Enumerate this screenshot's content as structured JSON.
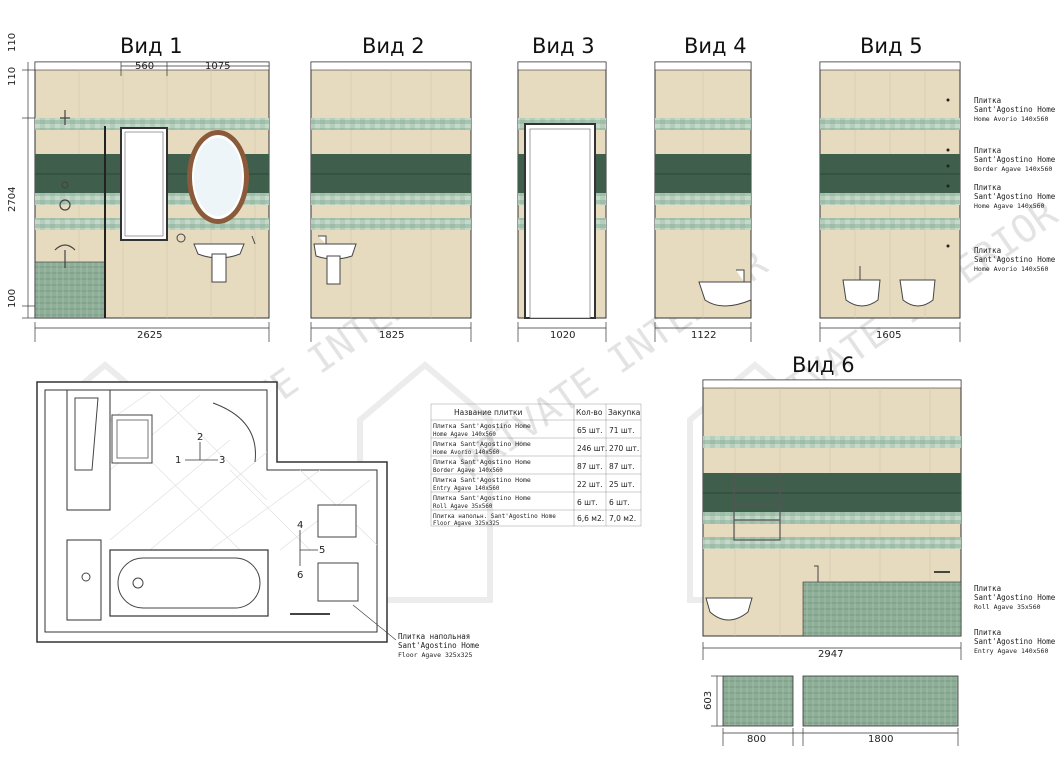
{
  "views": {
    "v1": {
      "title": "Вид 1",
      "width": "2625"
    },
    "v2": {
      "title": "Вид 2",
      "width": "1825"
    },
    "v3": {
      "title": "Вид 3",
      "width": "1020"
    },
    "v4": {
      "title": "Вид 4",
      "width": "1122"
    },
    "v5": {
      "title": "Вид 5",
      "width": "1605"
    },
    "v6": {
      "title": "Вид 6",
      "width": "2947"
    }
  },
  "dims": {
    "top_110a": "110",
    "top_110b": "110",
    "height_2704": "2704",
    "bottom_100": "100",
    "seg_560": "560",
    "seg_1075": "1075",
    "h_603": "603",
    "w_800": "800",
    "w_1800": "1800"
  },
  "plan_markers": [
    "1",
    "2",
    "3",
    "4",
    "5",
    "6"
  ],
  "labels": {
    "right_tiles": [
      {
        "l1": "Плитка",
        "l2": "Sant'Agostino Home",
        "l3": "Home Avorio  140x560"
      },
      {
        "l1": "Плитка",
        "l2": "Sant'Agostino Home",
        "l3": "Border Agave  140x560"
      },
      {
        "l1": "Плитка",
        "l2": "Sant'Agostino Home",
        "l3": "Home Agave  140x560"
      },
      {
        "l1": "Плитка",
        "l2": "Sant'Agostino Home",
        "l3": "Home Avorio  140x560"
      },
      {
        "l1": "Плитка",
        "l2": "Sant'Agostino Home",
        "l3": "Roll Agave  35x560"
      },
      {
        "l1": "Плитка",
        "l2": "Sant'Agostino Home",
        "l3": "Entry Agave  140x560"
      }
    ],
    "floor": {
      "l1": "Плитка напольная",
      "l2": "Sant'Agostino Home",
      "l3": "Floor Agave  325x325"
    }
  },
  "table": {
    "headers": [
      "Название плитки",
      "Кол-во",
      "Закупка"
    ],
    "rows": [
      {
        "n1": "Плитка Sant'Agostino Home",
        "n2": "Home Agave  140x560",
        "qty": "65 шт.",
        "buy": "71 шт."
      },
      {
        "n1": "Плитка Sant'Agostino Home",
        "n2": "Home Avorio  140x560",
        "qty": "246 шт.",
        "buy": "270 шт."
      },
      {
        "n1": "Плитка Sant'Agostino Home",
        "n2": "Border Agave  140x560",
        "qty": "87 шт.",
        "buy": "87 шт."
      },
      {
        "n1": "Плитка Sant'Agostino Home",
        "n2": "Entry Agave  140x560",
        "qty": "22 шт.",
        "buy": "25 шт."
      },
      {
        "n1": "Плитка Sant'Agostino Home",
        "n2": "Roll Agave  35x560",
        "qty": "6 шт.",
        "buy": "6 шт."
      },
      {
        "n1": "Плитка напольн. Sant'Agostino Home",
        "n2": "Floor Agave  325x325",
        "qty": "6,6 м2.",
        "buy": "7,0 м2."
      }
    ]
  },
  "watermark": {
    "text": "PRIVATE INTERIOR"
  },
  "colors": {
    "wall_beige": "#e6dbbf",
    "tile_line": "#cfc3a3",
    "mosaic_green": "#a9c4b2",
    "border_green": "#3f5e4b",
    "floor_green": "#8fae98",
    "outline": "#333333"
  }
}
